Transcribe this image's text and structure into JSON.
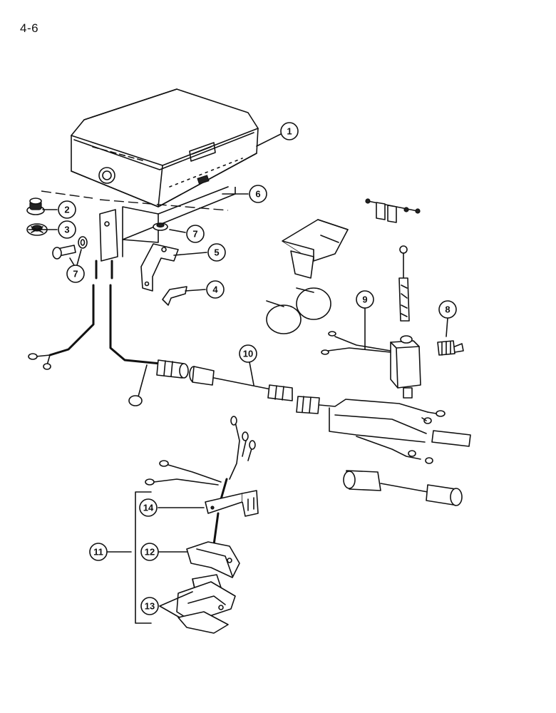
{
  "page_number": "4-6",
  "callouts": [
    "1",
    "2",
    "3",
    "7",
    "7",
    "6",
    "5",
    "4",
    "9",
    "8",
    "10",
    "11",
    "12",
    "13",
    "14"
  ]
}
